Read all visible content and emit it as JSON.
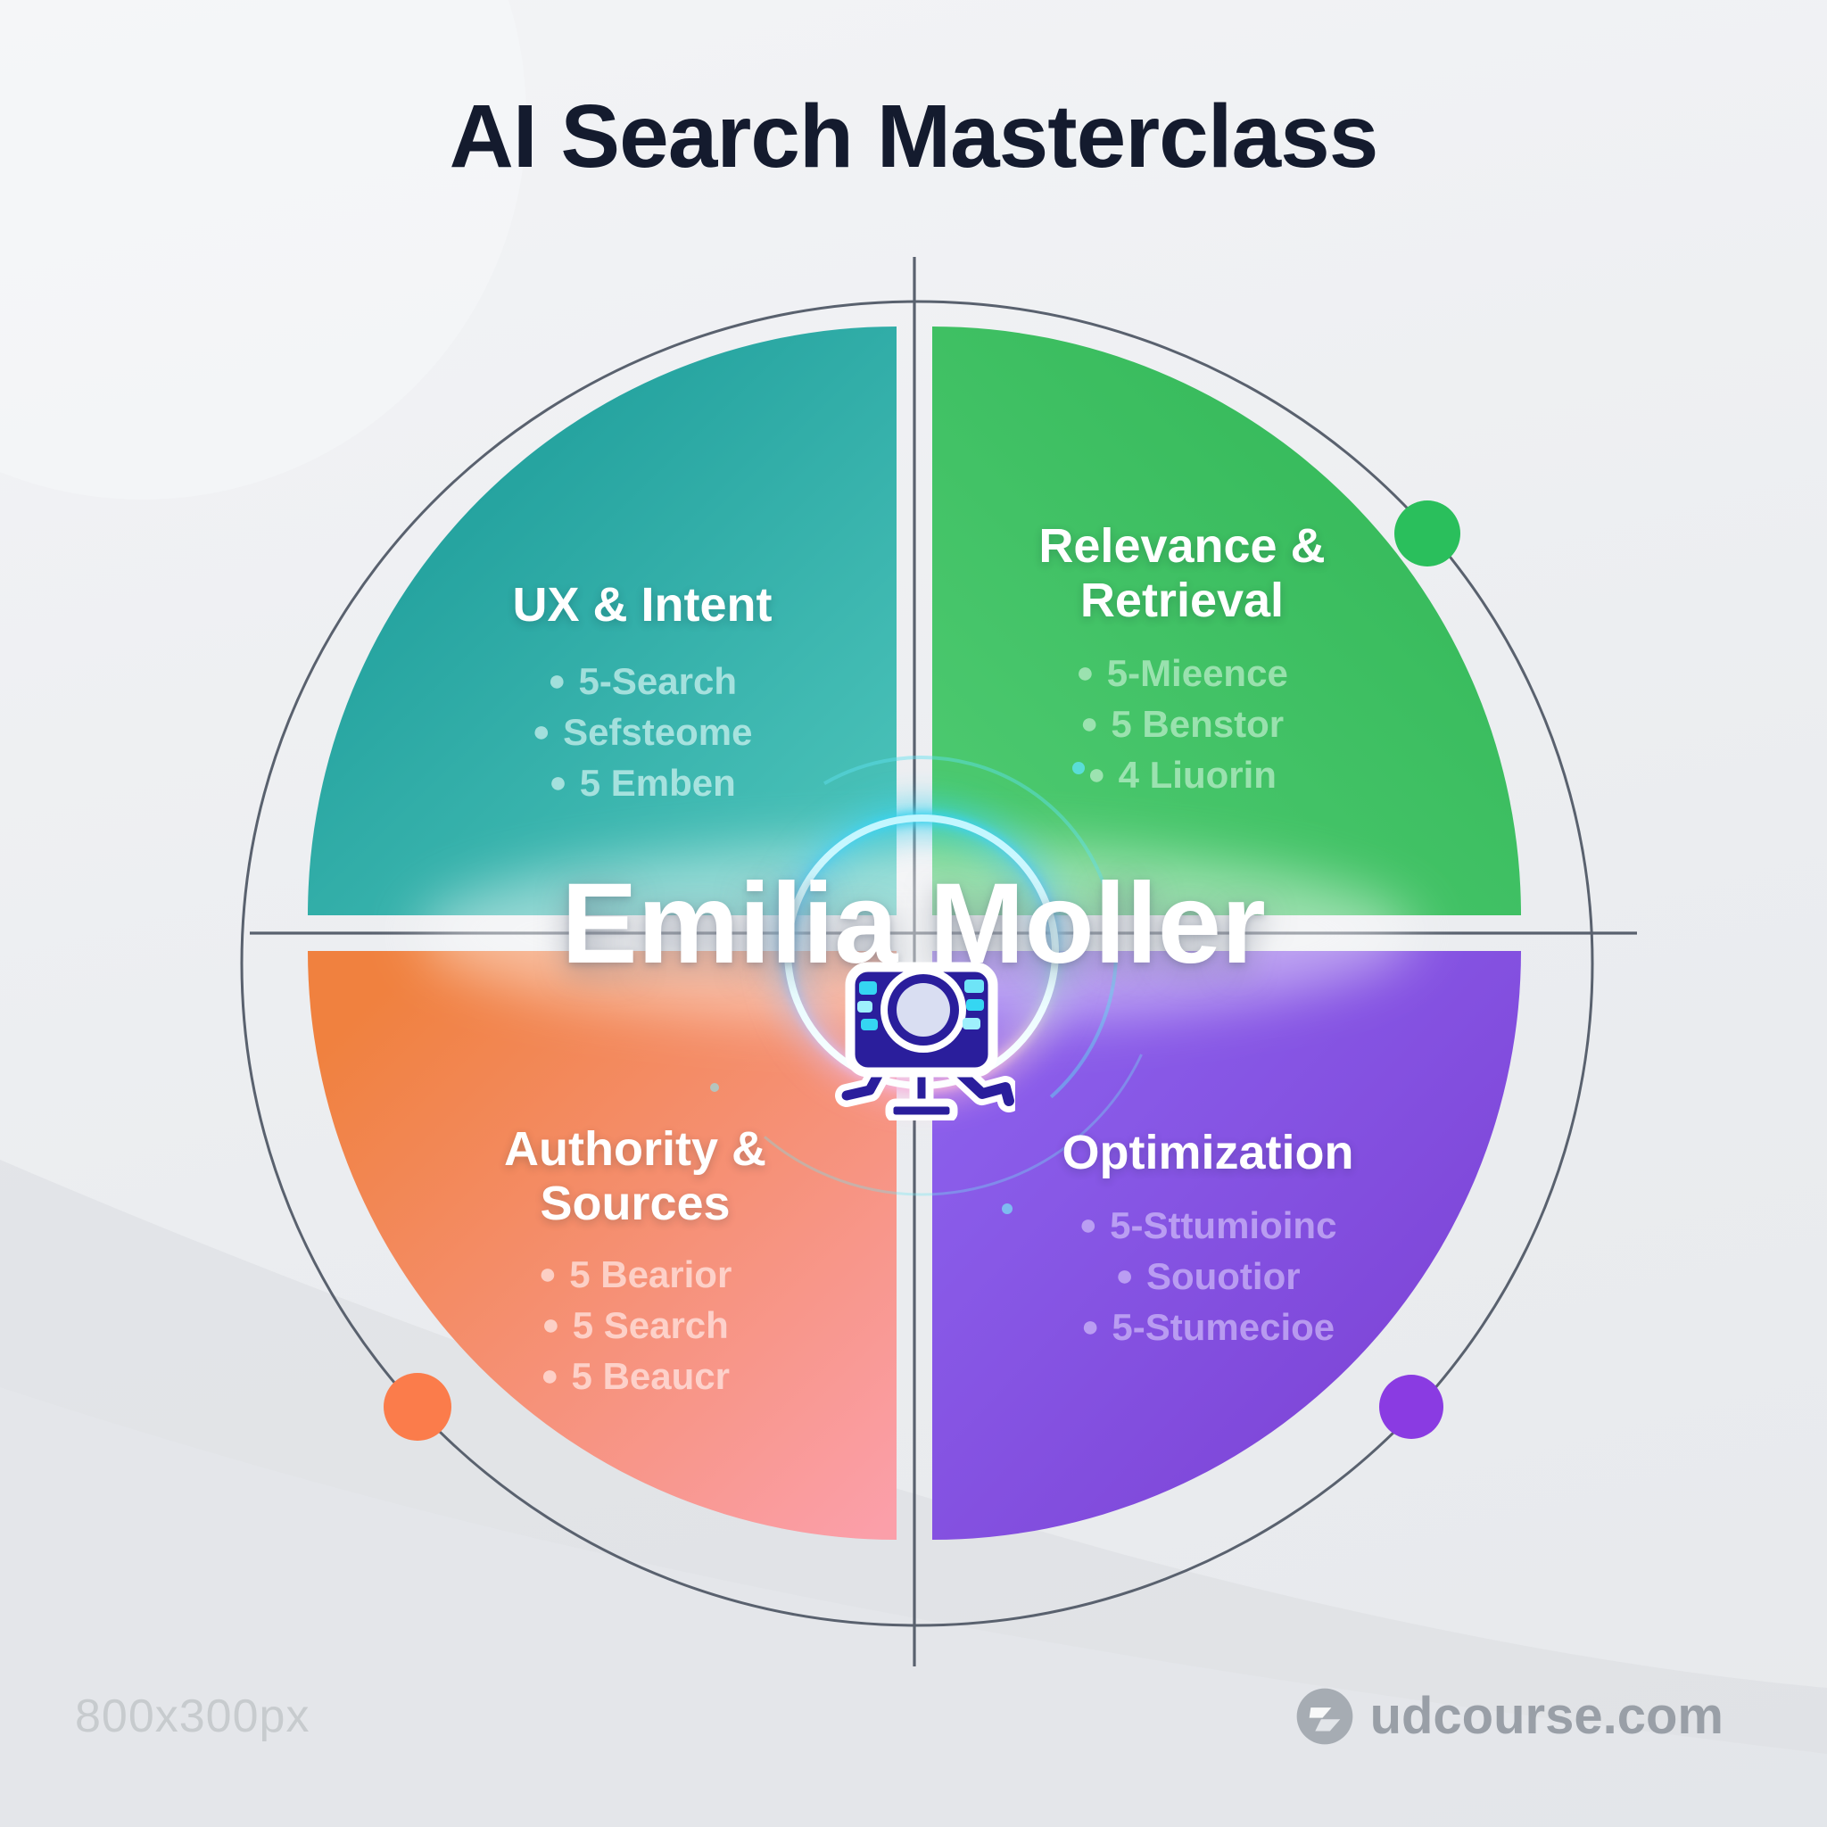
{
  "title": "AI Search Masterclass",
  "center": {
    "name": "Emilia Moller",
    "icon": "search-monitor-icon"
  },
  "quadrants": [
    {
      "id": "ux-intent",
      "label": "UX & Intent",
      "color": "#2ab3ad",
      "bullets": [
        "5-Search",
        "Sefsteome",
        "5 Emben"
      ]
    },
    {
      "id": "relevance-retrieval",
      "label": "Relevance & Retrieval",
      "color": "#3cbf61",
      "bullets": [
        "5-Mieence",
        "5 Benstor",
        "4 Liuorin"
      ]
    },
    {
      "id": "authority-sources",
      "label": "Authority & Sources",
      "color": "#f4875f",
      "bullets": [
        "5 Bearior",
        "5 Search",
        "5 Beaucr"
      ]
    },
    {
      "id": "optimization",
      "label": "Optimization",
      "color": "#8155e2",
      "bullets": [
        "5-Sttumioinc",
        "Souotior",
        "5-Stumecioe"
      ]
    }
  ],
  "marker_dots": {
    "green": "#2abf5c",
    "orange": "#fb7c4b",
    "purple": "#8a3be2"
  },
  "watermark": "800x300px",
  "footer": {
    "brand": "udcourse.com"
  },
  "colors": {
    "background": "#edeff1",
    "title_text": "#141b2e",
    "ring_glow": "#3fd9ee",
    "outline_line": "#59616e",
    "name_text": "#ffffff"
  }
}
